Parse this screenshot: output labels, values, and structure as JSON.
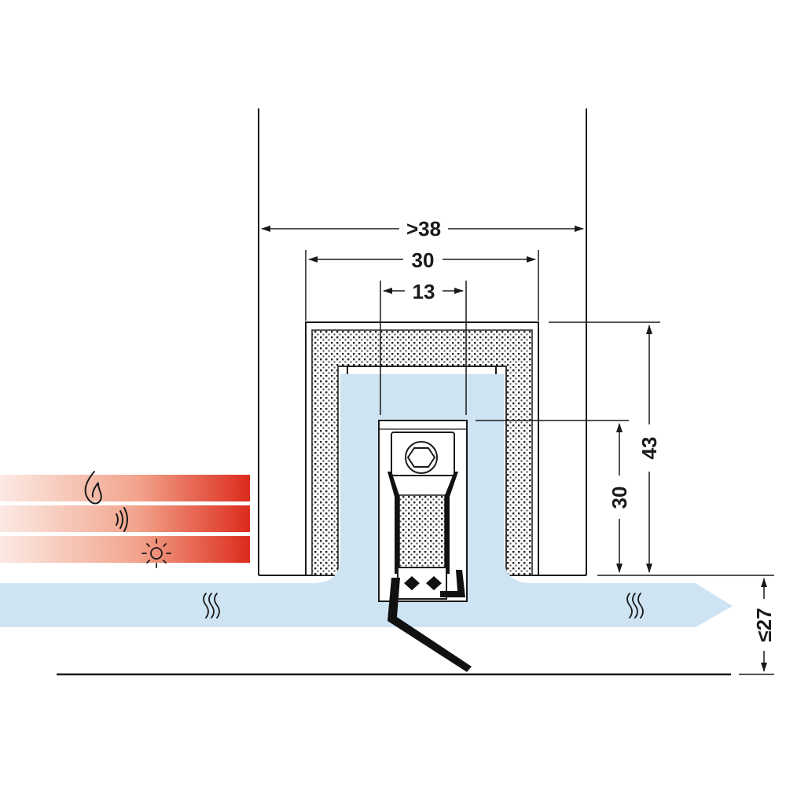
{
  "dimensions": {
    "door_width": ">38",
    "housing_width": "30",
    "seal_width": "13",
    "seal_height": "30",
    "housing_height": "43",
    "floor_gap": "≤27"
  },
  "colors": {
    "flow": "#cfe4f3",
    "band_start": "#fbe9e2",
    "band_end": "#dd2f1f",
    "line": "#1a1a1a",
    "profile": "#111111"
  },
  "icons": {
    "band_1": "fire-icon",
    "band_2": "sound-icon",
    "band_3": "light-icon",
    "flow": "air-draught-icon"
  }
}
